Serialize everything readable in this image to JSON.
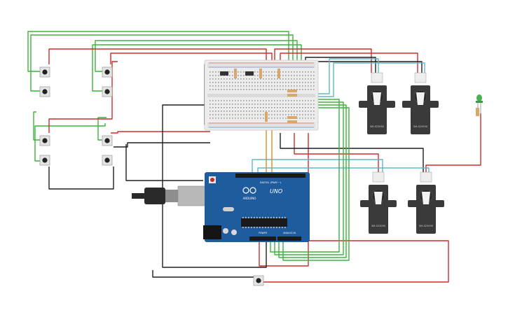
{
  "board": {
    "brand": "ARDUINO",
    "model": "UNO",
    "digital_label": "DIGITAL (PWM ~)",
    "power_label": "POWER",
    "analog_label": "ANALOG IN"
  },
  "servos": [
    {
      "label": "SM-S2309S"
    },
    {
      "label": "SM-S2309S"
    },
    {
      "label": "SM-S2309S"
    },
    {
      "label": "SM-S2309S"
    }
  ],
  "colors": {
    "wire_red": "#d22b2b",
    "wire_black": "#1e1e1e",
    "wire_green": "#3cb43c",
    "wire_cyan": "#5fb8c9",
    "wire_orange": "#e08a1e",
    "board_blue": "#1f5c9e",
    "breadboard": "#ececec",
    "servo_body": "#3a3a3a",
    "led": "#4caf50"
  },
  "icons": [
    "arduino-logo-icon",
    "usb-cable-icon",
    "led-icon",
    "pushbutton-icon",
    "resistor-icon"
  ]
}
